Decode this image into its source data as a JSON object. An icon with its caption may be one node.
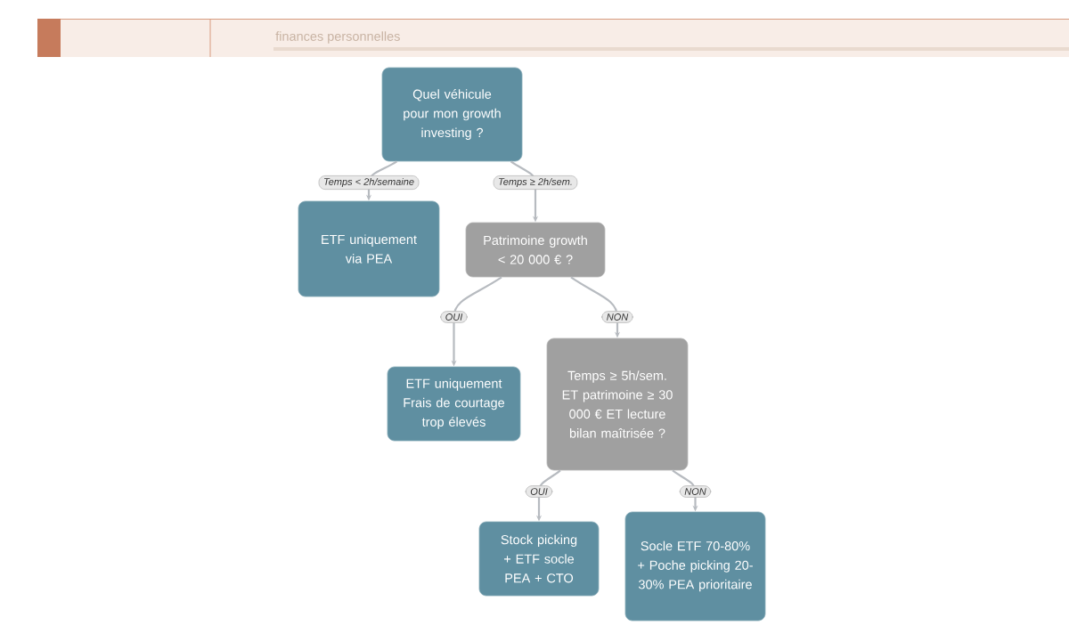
{
  "diagram": {
    "nodes": [
      {
        "text": [
          "Quel véhicule pour mon growth investing ?"
        ]
      },
      {
        "text": [
          "ETF uniquement via PEA"
        ]
      },
      {
        "text": [
          "Patrimoine growth < 20 000 € ?"
        ]
      },
      {
        "text": [
          "ETF uniquement Frais de courtage trop élevés"
        ]
      },
      {
        "text": [
          "Temps ≥ 5h/sem. ET patrimoine ≥ 30 000 € ET lecture bilan maîtrisée ?"
        ]
      },
      {
        "text": [
          "Stock picking + ETF socle PEA + CTO"
        ]
      },
      {
        "text": [
          "Socle ETF 70-80% + Poche picking 20-30% PEA prioritaire"
        ]
      }
    ],
    "edges": [
      {
        "from": 0,
        "to": 1,
        "arrow": "to",
        "label": "Temps < 2h/semaine"
      },
      {
        "from": 0,
        "to": 2,
        "arrow": "to",
        "label": "Temps ≥ 2h/sem."
      },
      {
        "from": 2,
        "to": 3,
        "arrow": "to",
        "label": "OUI"
      },
      {
        "from": 2,
        "to": 4,
        "arrow": "to",
        "label": "NON"
      },
      {
        "from": 4,
        "to": 5,
        "arrow": "to",
        "label": "OUI"
      },
      {
        "from": 4,
        "to": 6,
        "arrow": "to",
        "label": "NON"
      }
    ],
    "labels": [
      "finances personnelles"
    ]
  }
}
